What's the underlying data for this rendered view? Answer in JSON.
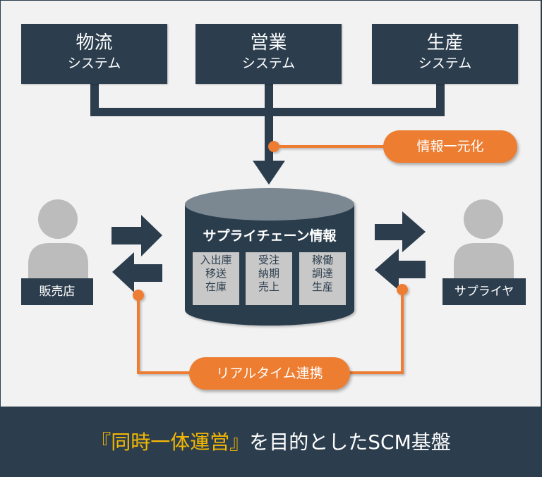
{
  "systems": [
    {
      "name": "物流",
      "sub": "システム"
    },
    {
      "name": "営業",
      "sub": "システム"
    },
    {
      "name": "生産",
      "sub": "システム"
    }
  ],
  "badges": {
    "unify": "情報一元化",
    "realtime": "リアルタイム連携"
  },
  "database": {
    "title": "サプライチェーン情報",
    "cells": [
      [
        "入出庫",
        "移送",
        "在庫"
      ],
      [
        "受注",
        "納期",
        "売上"
      ],
      [
        "稼働",
        "調達",
        "生産"
      ]
    ]
  },
  "actors": {
    "left": "販売店",
    "right": "サプライヤ"
  },
  "footer": {
    "highlight": "『同時一体運営』",
    "rest": "を目的としたSCM基盤"
  },
  "colors": {
    "navy": "#2c3e4e",
    "orange": "#ed7d31",
    "gray_person": "#bcbcbc",
    "highlight": "#f5b800"
  }
}
